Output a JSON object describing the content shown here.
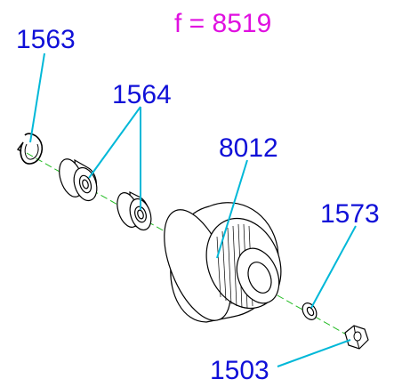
{
  "formula": "f = 8519",
  "callouts": {
    "c1563": "1563",
    "c1564": "1564",
    "c8012": "8012",
    "c1573": "1573",
    "c1503": "1503"
  },
  "colors": {
    "callout": "#1010d8",
    "formula": "#e010e0",
    "leader": "#00b8d8",
    "axis": "#22bb22"
  }
}
